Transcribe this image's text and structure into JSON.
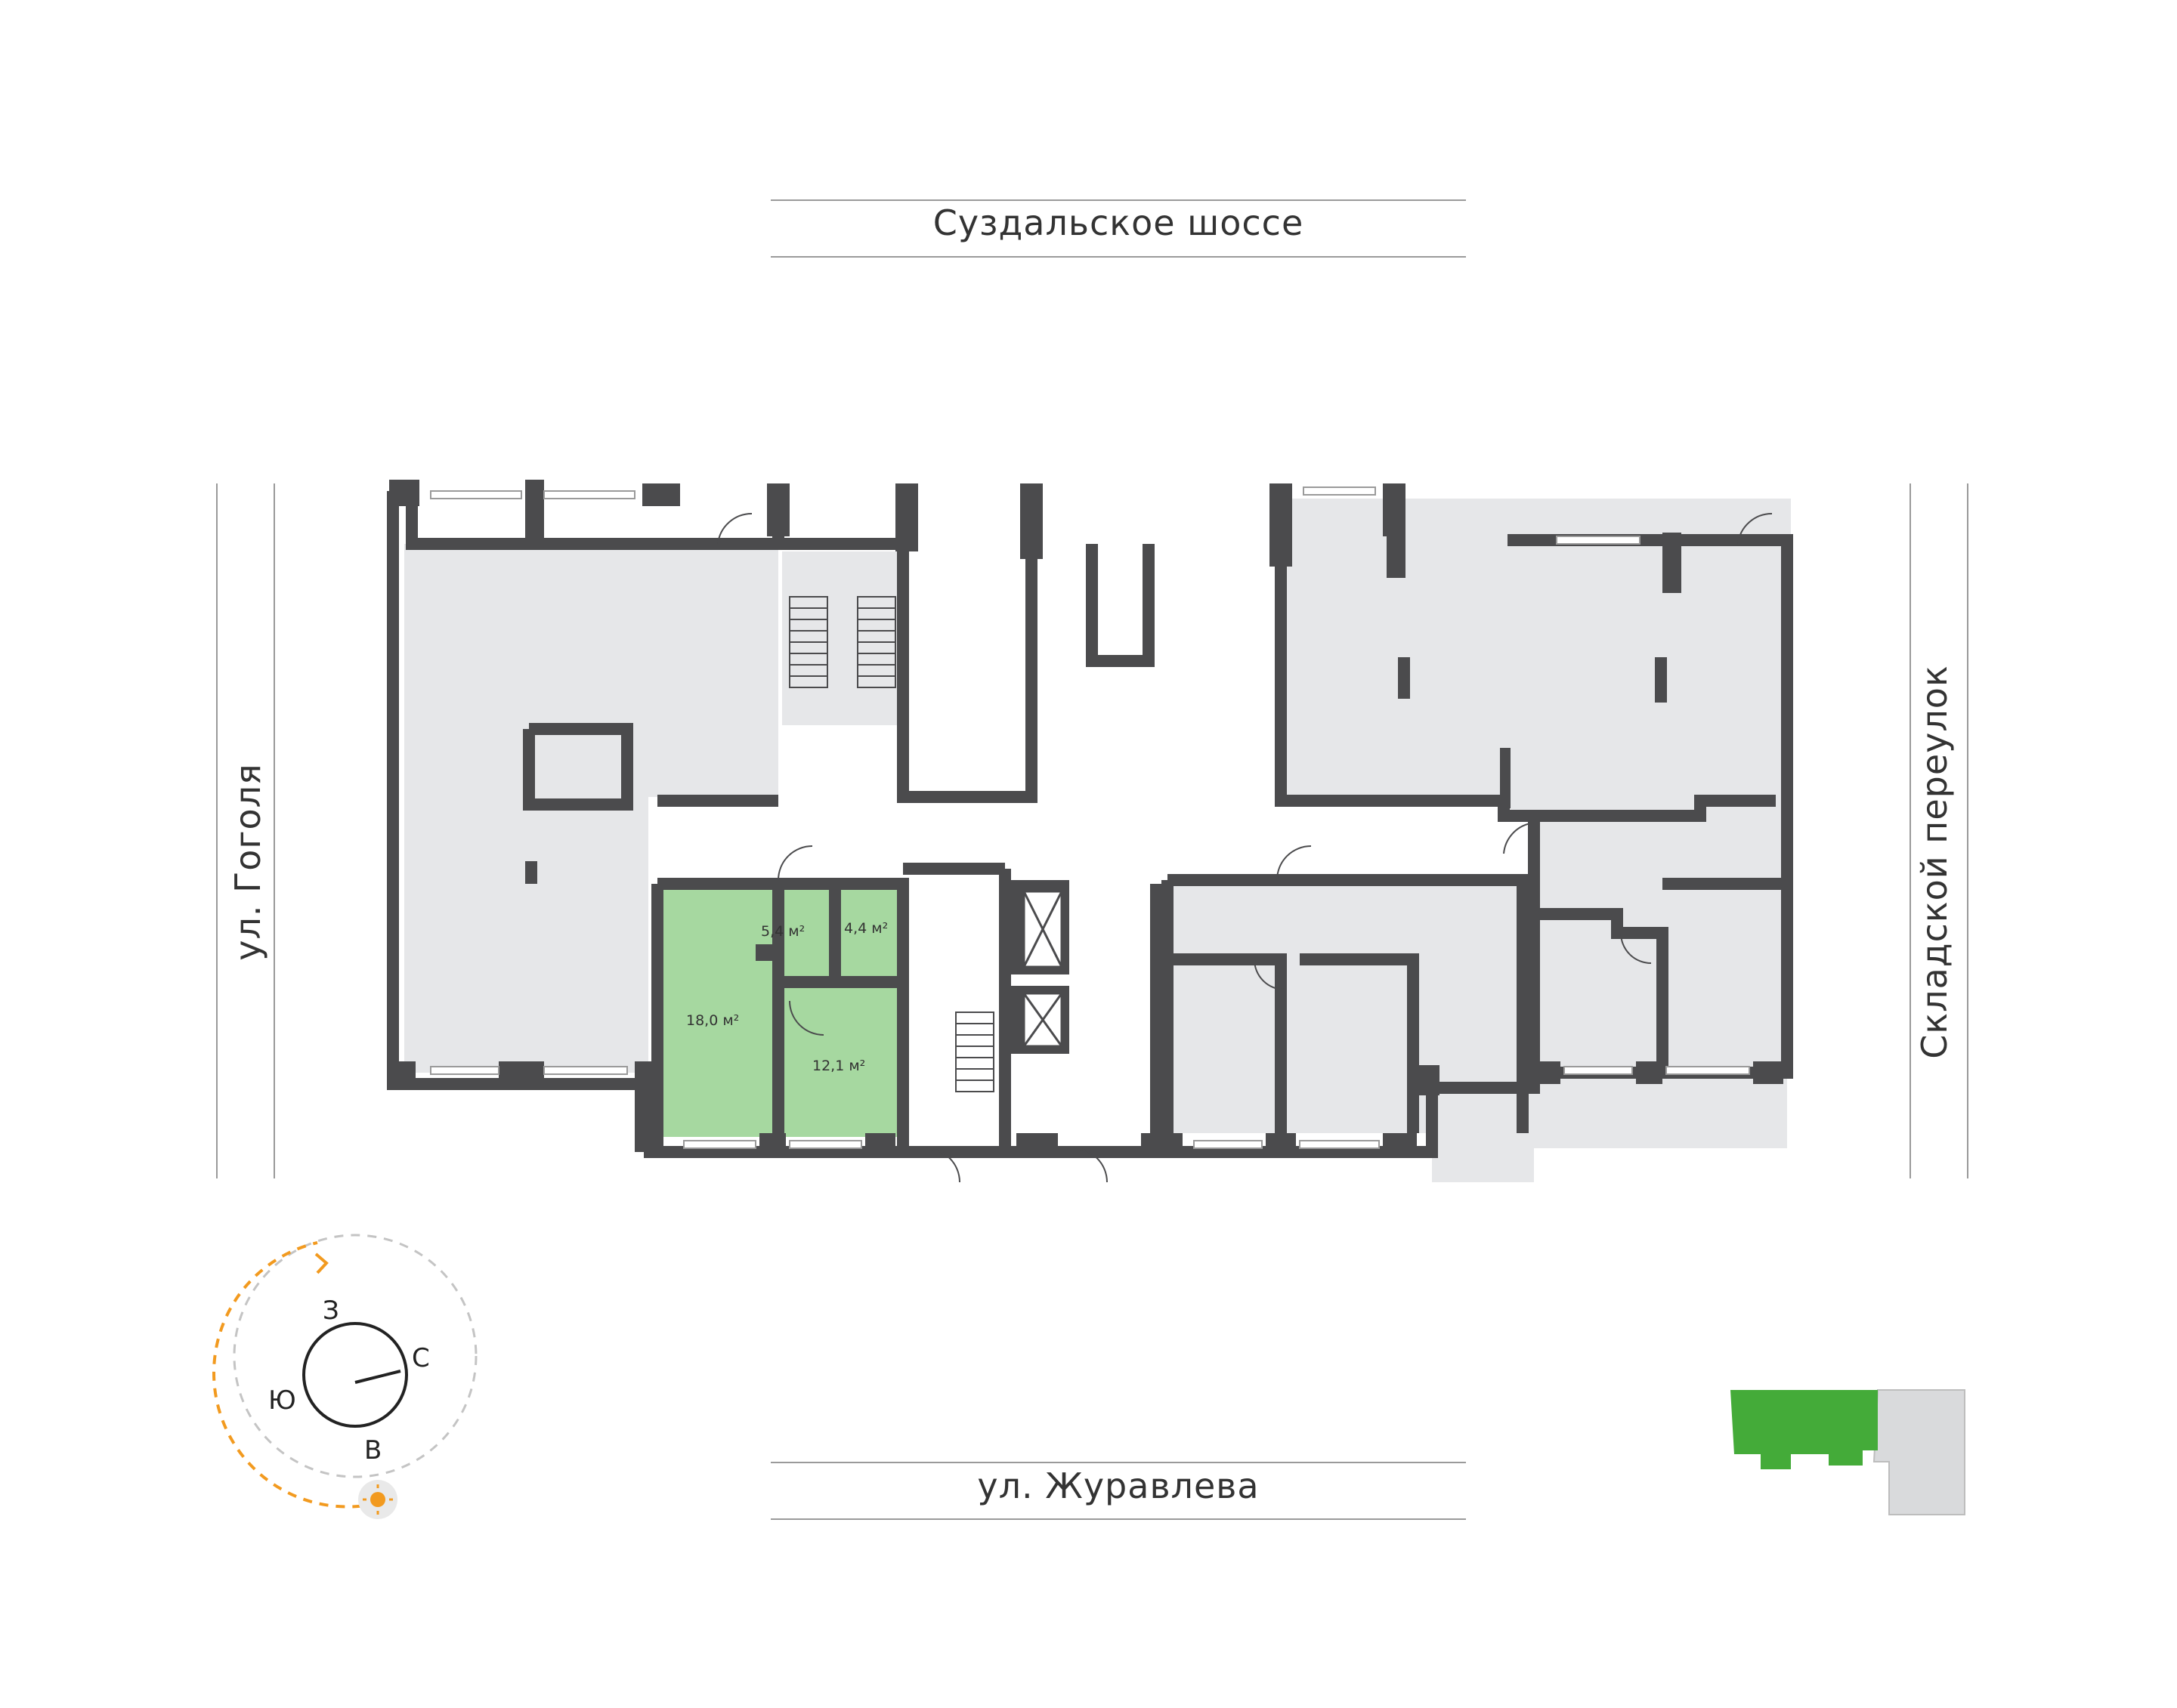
{
  "header": {
    "title": "План 1 этажа"
  },
  "streets": {
    "top": "Суздальское шоссе",
    "bottom": "ул. Журавлева",
    "left": "ул. Гоголя",
    "right": "Складской переулок"
  },
  "rooms": [
    {
      "area": "5,4 м²"
    },
    {
      "area": "4,4 м²"
    },
    {
      "area": "18,0 м²"
    },
    {
      "area": "12,1 м²"
    }
  ],
  "compass": {
    "north": "С",
    "south": "Ю",
    "east": "В",
    "west": "З"
  },
  "colors": {
    "accent": "#44AB39",
    "room_selected": "#A6D8A0",
    "room": "#E6E7E9",
    "wall": "#4B4B4D",
    "sun": "#F29A1F",
    "locator_building": "#D9DADC"
  }
}
